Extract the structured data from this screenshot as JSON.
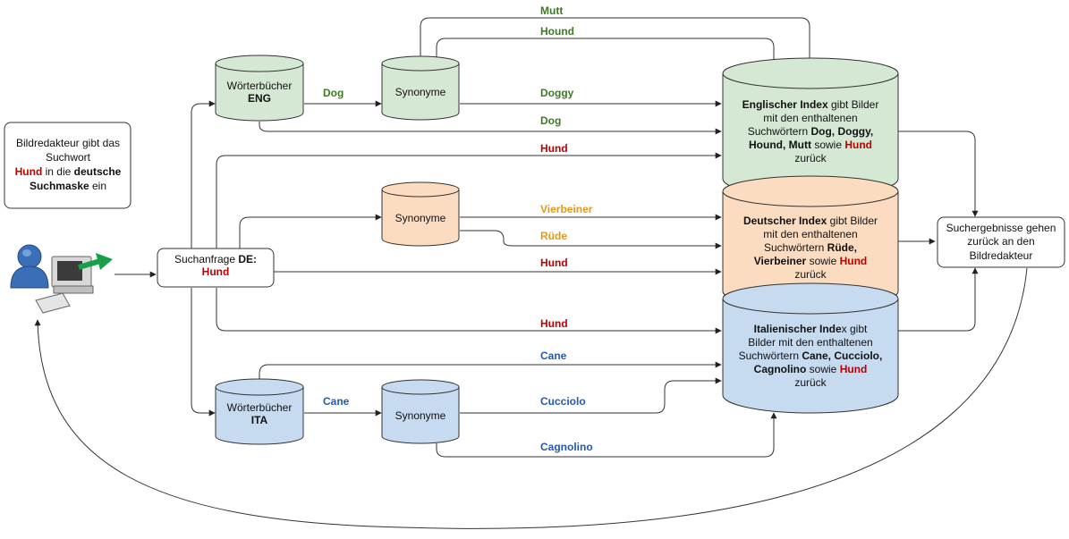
{
  "colors": {
    "eng_fill": "#d5e8d4",
    "de_fill": "#fbdcc0",
    "ita_fill": "#c6daf0",
    "label_green": "#3d7a22",
    "label_orange": "#e39a1c",
    "label_red": "#c00000",
    "label_blue": "#2358b5"
  },
  "icons": {
    "user": "user-at-computer-icon",
    "arrow": "green-arrow-icon"
  },
  "note": {
    "line1": "Bildredakteur gibt das",
    "line2": "Suchwort",
    "line3_red": "Hund",
    "line3_mid": " in die ",
    "line3_bold": "deutsche",
    "line4_bold": "Suchmaske",
    "line4_rest": " ein"
  },
  "query": {
    "line1": "Suchanfrage ",
    "line1_bold": "DE:",
    "line2": "Hund"
  },
  "dict_eng": {
    "line1": "Wörterbücher",
    "line2": "ENG"
  },
  "dict_ita": {
    "line1": "Wörterbücher",
    "line2": "ITA"
  },
  "syn_eng": {
    "label": "Synonyme"
  },
  "syn_de": {
    "label": "Synonyme"
  },
  "syn_ita": {
    "label": "Synonyme"
  },
  "labels": {
    "mutt": "Mutt",
    "hound": "Hound",
    "dog1": "Dog",
    "doggy": "Doggy",
    "dog2": "Dog",
    "hund1": "Hund",
    "vierbeiner": "Vierbeiner",
    "ruede": "Rüde",
    "hund2": "Hund",
    "hund3": "Hund",
    "cane1": "Cane",
    "cane2": "Cane",
    "cucciolo": "Cucciolo",
    "cagnolino": "Cagnolino"
  },
  "idx_eng": {
    "l1_bold": "Englischer Index",
    "l1_rest": " gibt Bilder",
    "l2": "mit den enthaltenen",
    "l3_pre": "Suchwörtern ",
    "l3_bold": "Dog, Doggy,",
    "l4_bold": "Hound, Mutt",
    "l4_mid": " sowie ",
    "l4_red": "Hund",
    "l5": "zurück"
  },
  "idx_de": {
    "l1_bold": "Deutscher Index",
    "l1_rest": " gibt Bilder",
    "l2": "mit den enthaltenen",
    "l3_pre": "Suchwörtern ",
    "l3_bold": "Rüde,",
    "l4_bold": "Vierbeiner",
    "l4_mid": " sowie ",
    "l4_red": "Hund",
    "l5": "zurück"
  },
  "idx_ita": {
    "l1_bold": "Italienischer Inde",
    "l1_rest": "x gibt",
    "l2": "Bilder mit den enthaltenen",
    "l3_pre": "Suchwörtern ",
    "l3_bold": "Cane, Cucciolo,",
    "l4_bold": "Cagnolino",
    "l4_mid": " sowie ",
    "l4_red": "Hund",
    "l5": "zurück"
  },
  "results": {
    "line1": "Suchergebnisse gehen",
    "line2": "zurück an den",
    "line3": "Bildredakteur"
  }
}
